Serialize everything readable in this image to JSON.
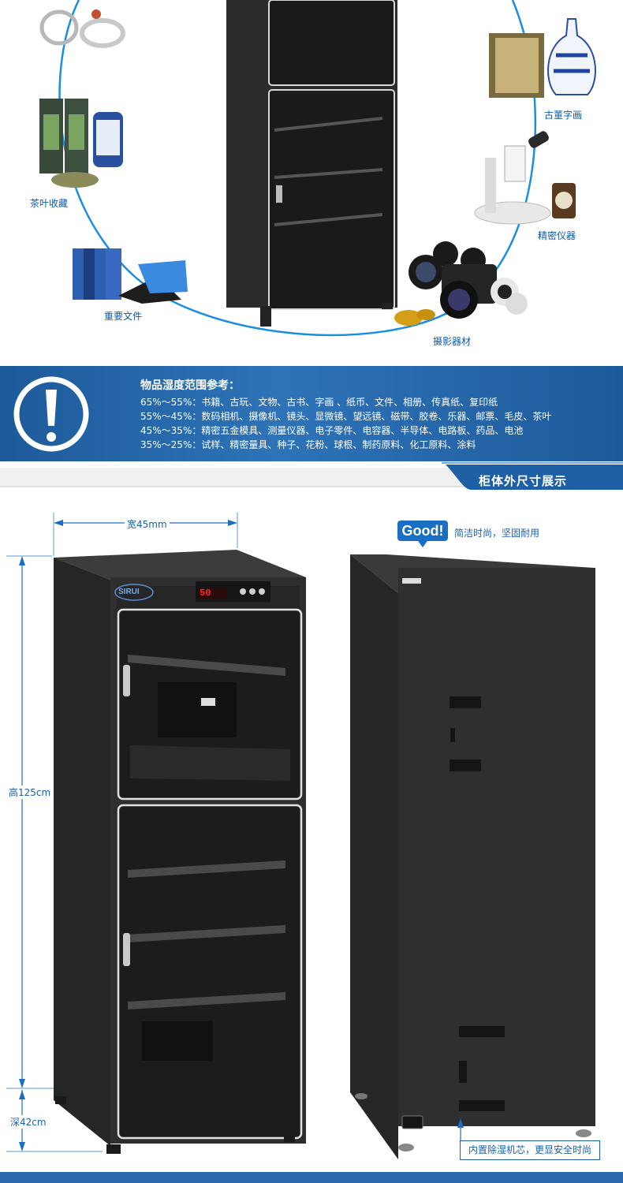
{
  "categories": {
    "tea": "茶叶收藏",
    "documents": "重要文件",
    "antiques": "古董字画",
    "instruments": "精密仪器",
    "photo": "摄影器材"
  },
  "humidity": {
    "title": "物品湿度范围参考：",
    "lines": [
      "65%～55%：书籍、古玩、文物、古书、字画 、纸币、文件、相册、传真纸、复印纸",
      "55%～45%：数码相机、摄像机、镜头、显微镜、望远镜、磁带、胶卷、乐器、邮票、毛皮、茶叶",
      "45%～35%：精密五金模具、测量仪器、电子零件、电容器、半导体、电路板、药品、电池",
      "35%～25%：试样、精密量具、种子、花粉、球根、制药原料、化工原料、涂料"
    ]
  },
  "dimensions": {
    "section_title": "柜体外尺寸展示",
    "width": "宽45mm",
    "height": "高125cm",
    "depth": "深42cm"
  },
  "cabinet": {
    "brand": "SIRUI",
    "display_value": "50",
    "good_badge": "Good!",
    "good_text": "简洁时尚，坚固耐用",
    "core_text": "内置除湿机芯，更显安全时尚"
  },
  "colors": {
    "accent": "#1a6ec4",
    "banner": "#2e73b8",
    "cabinet": "#2c2c2c"
  }
}
